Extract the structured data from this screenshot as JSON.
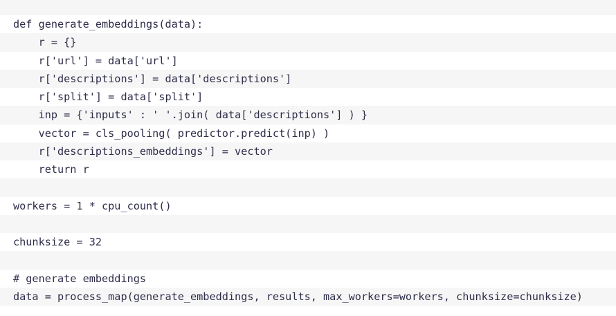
{
  "code": {
    "lines": [
      "def generate_embeddings(data):",
      "    r = {}",
      "    r['url'] = data['url']",
      "    r['descriptions'] = data['descriptions']",
      "    r['split'] = data['split']",
      "    inp = {'inputs' : ' '.join( data['descriptions'] ) }",
      "    vector = cls_pooling( predictor.predict(inp) )",
      "    r['descriptions_embeddings'] = vector",
      "    return r",
      "",
      "workers = 1 * cpu_count()",
      "",
      "chunksize = 32",
      "",
      "# generate embeddings",
      "data = process_map(generate_embeddings, results, max_workers=workers, chunksize=chunksize)"
    ]
  }
}
